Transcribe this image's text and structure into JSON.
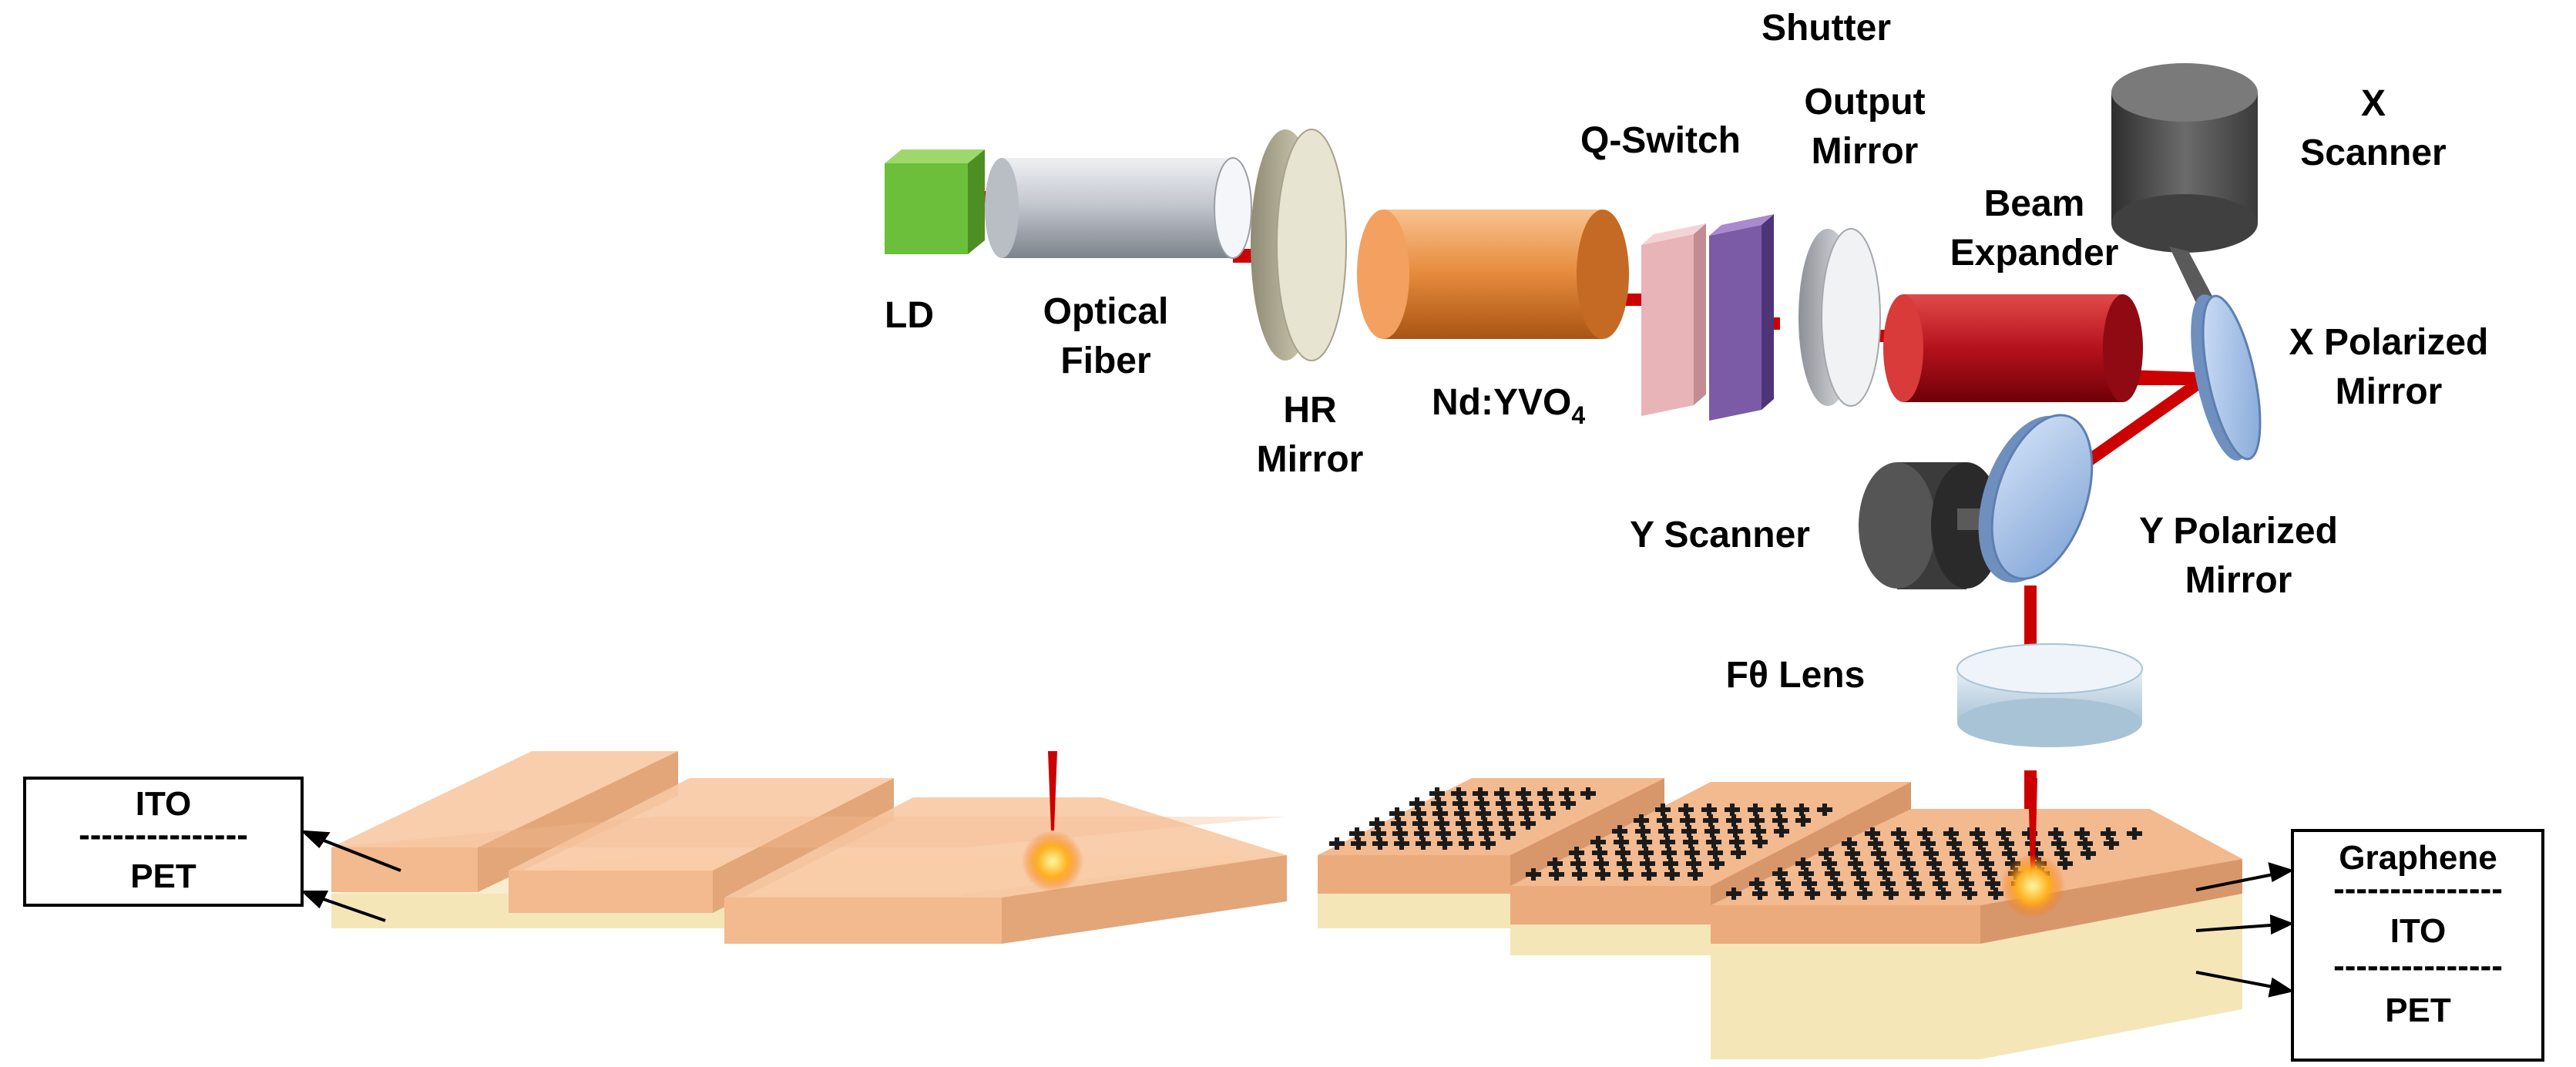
{
  "labels": {
    "ld": "LD",
    "optical_fiber": [
      "Optical",
      "Fiber"
    ],
    "hr_mirror": [
      "HR",
      "Mirror"
    ],
    "nd_yvo4": {
      "main": "Nd:YVO",
      "sub": "4"
    },
    "q_switch": "Q-Switch",
    "shutter": "Shutter",
    "output_mirror": [
      "Output",
      "Mirror"
    ],
    "beam_expander": [
      "Beam",
      "Expander"
    ],
    "x_scanner": [
      "X",
      "Scanner"
    ],
    "x_polarized_mirror": [
      "X Polarized",
      "Mirror"
    ],
    "y_scanner": "Y Scanner",
    "y_polarized_mirror": [
      "Y Polarized",
      "Mirror"
    ],
    "f_theta_lens": "Fθ Lens"
  },
  "left_legend": {
    "top": "ITO",
    "divider": "---------------",
    "bottom": "PET"
  },
  "right_legend": {
    "top": "Graphene",
    "divider1": "---------------",
    "middle": "ITO",
    "divider2": "---------------",
    "bottom": "PET"
  },
  "colors": {
    "laser_beam": "#cc0000",
    "ld": "#6bbf3a",
    "nd_yvo4": "#e07f2a",
    "q_switch": "#e8b4b8",
    "shutter": "#7b5aa6",
    "beam_expander": "#b0101a",
    "scanner": "#4a4a4a",
    "polarized_mirror": "#9dbde8",
    "ito_layer": "#f3b98f",
    "pet_layer": "#f5e6b8"
  }
}
